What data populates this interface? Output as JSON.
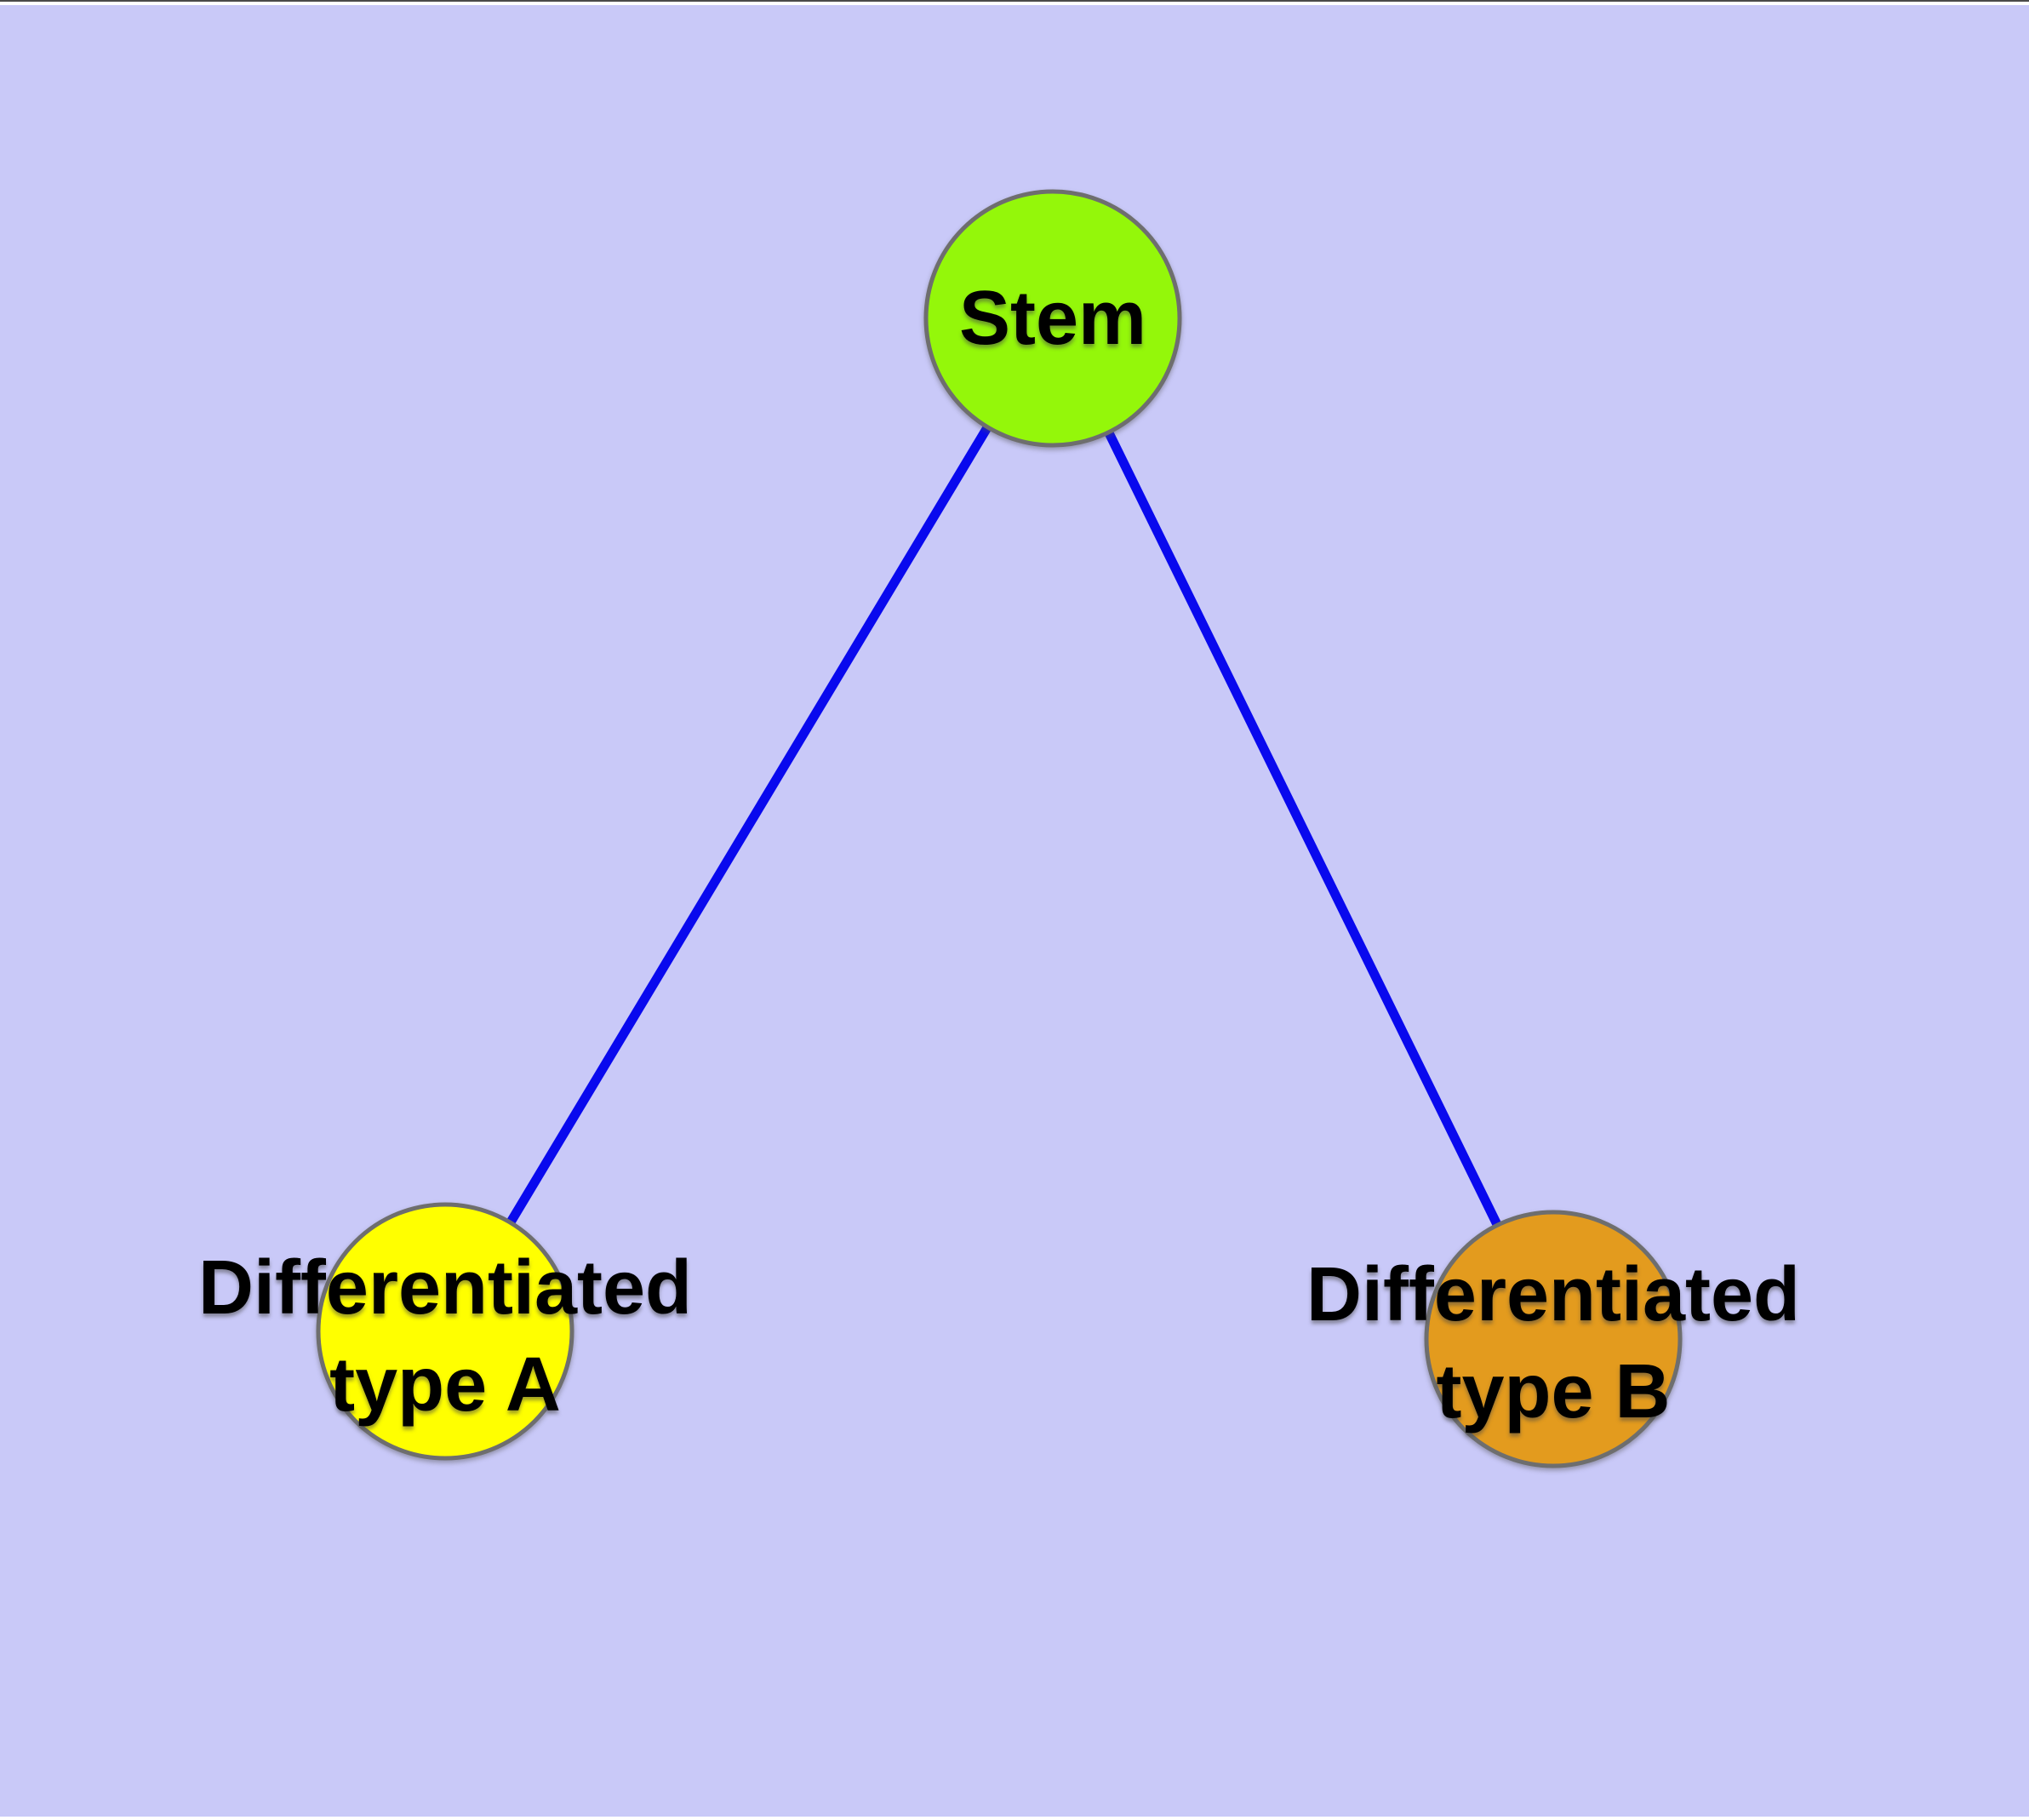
{
  "diagram": {
    "background_color": "#C9C9F8",
    "edge_color": "#0909EE",
    "node_border_color": "#6E6E6E",
    "text_color": "#000000",
    "nodes": [
      {
        "id": "stem",
        "label": "Stem",
        "fill": "#94F70A"
      },
      {
        "id": "type-a",
        "label_line1": "Differentiated",
        "label_line2": "type A",
        "fill": "#FFFF00"
      },
      {
        "id": "type-b",
        "label_line1": "Differentiated",
        "label_line2": "type B",
        "fill": "#E39B1E"
      }
    ],
    "edges": [
      {
        "from": "Stem",
        "to": "Differentiated type A"
      },
      {
        "from": "Stem",
        "to": "Differentiated type B"
      }
    ]
  }
}
